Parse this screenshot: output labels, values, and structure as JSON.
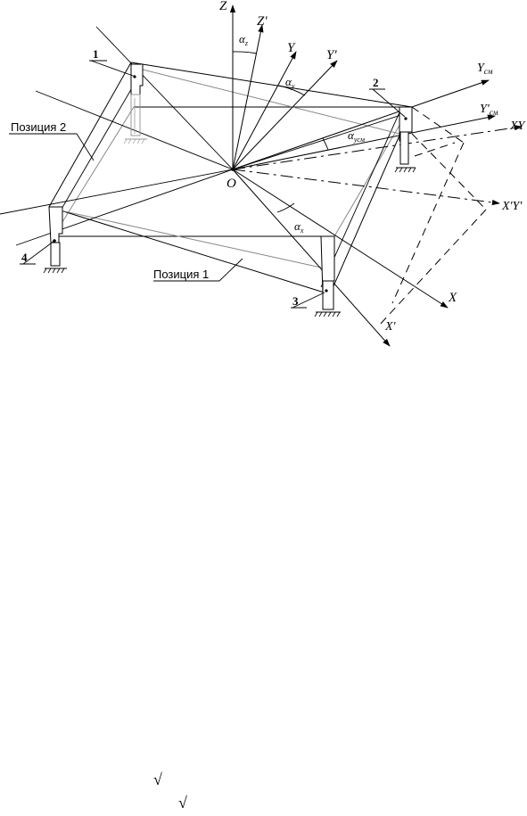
{
  "axes": {
    "z": "Z",
    "z_prime": "Z'",
    "y": "Y",
    "y_prime": "Y'",
    "y_cm": "Y",
    "y_cm_sub": "см",
    "y_cm_prime": "Y'",
    "y_cm_prime_sub": "см",
    "xy": "XY",
    "xy_prime": "X'Y'",
    "x": "X",
    "x_prime": "X'",
    "origin": "O"
  },
  "angles": {
    "alpha": "α",
    "z_sub": "z",
    "y_sub": "y",
    "ycm_sub": "yсм",
    "x_sub": "x"
  },
  "positions": {
    "pos1": "Позиция 1",
    "pos2": "Позиция 2"
  },
  "supports": {
    "s1": "1",
    "s2": "2",
    "s3": "3",
    "s4": "4"
  },
  "bottom_marks": {
    "sqrt_1": "√",
    "sqrt_2": "√"
  }
}
